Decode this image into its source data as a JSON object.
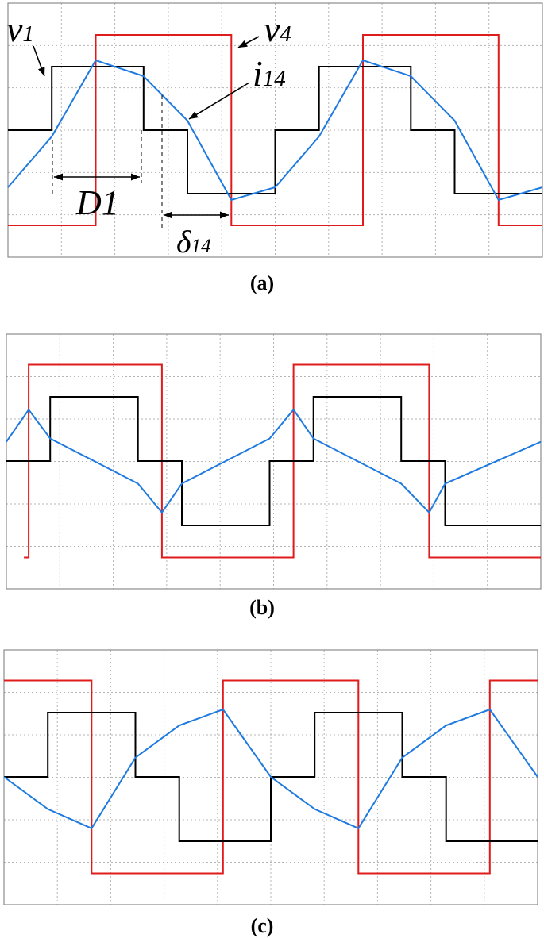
{
  "colors": {
    "v1": "#000000",
    "v4": "#e01b1b",
    "i14": "#1e7ae0"
  },
  "chart_data": [
    {
      "type": "line",
      "caption": "(a)",
      "grid": true,
      "annotations": {
        "v1": "v",
        "v1_sub": "1",
        "v4": "v",
        "v4_sub": "4",
        "i14": "i",
        "i14_sub": "14",
        "D1": "D1",
        "delta": "δ",
        "delta_sub": "14"
      },
      "series": [
        {
          "key": "v1",
          "color": "#000000",
          "x": [
            0,
            0.55,
            0.55,
            1.7,
            1.7,
            2.25,
            2.25,
            3.35,
            3.35,
            3.9,
            3.9,
            5.05,
            5.05,
            5.6,
            5.6,
            6.7
          ],
          "y": [
            0,
            0,
            1,
            1,
            0,
            0,
            -1,
            -1,
            0,
            0,
            1,
            1,
            0,
            0,
            -1,
            -1
          ]
        },
        {
          "key": "v4",
          "color": "#e01b1b",
          "x": [
            0,
            1.1,
            1.1,
            2.8,
            2.8,
            4.45,
            4.45,
            6.15,
            6.15,
            6.7
          ],
          "y": [
            -1.5,
            -1.5,
            1.5,
            1.5,
            -1.5,
            -1.5,
            1.5,
            1.5,
            -1.5,
            -1.5
          ]
        },
        {
          "key": "i14",
          "color": "#1e7ae0",
          "x": [
            0,
            0.55,
            1.1,
            1.7,
            2.25,
            2.8,
            3.35,
            3.9,
            4.45,
            5.05,
            5.6,
            6.15,
            6.7
          ],
          "y": [
            -0.9,
            -0.1,
            1.1,
            0.85,
            0.15,
            -1.1,
            -0.9,
            -0.1,
            1.1,
            0.85,
            0.15,
            -1.1,
            -0.9
          ]
        }
      ]
    },
    {
      "type": "line",
      "caption": "(b)",
      "grid": true,
      "series": [
        {
          "key": "v1",
          "color": "#000000",
          "x": [
            0,
            0.55,
            0.55,
            1.65,
            1.65,
            2.2,
            2.2,
            3.3,
            3.3,
            3.85,
            3.85,
            4.95,
            4.95,
            5.5,
            5.5,
            6.7
          ],
          "y": [
            0,
            0,
            1,
            1,
            0,
            0,
            -1,
            -1,
            0,
            0,
            1,
            1,
            0,
            0,
            -1,
            -1
          ]
        },
        {
          "key": "v4",
          "color": "#e01b1b",
          "x": [
            0.22,
            0.28,
            0.28,
            1.95,
            1.95,
            3.6,
            3.6,
            5.3,
            5.3,
            6.7
          ],
          "y": [
            -1.5,
            -1.5,
            1.5,
            1.5,
            -1.5,
            -1.5,
            1.5,
            1.5,
            -1.5,
            -1.5
          ]
        },
        {
          "key": "i14",
          "color": "#1e7ae0",
          "x": [
            0,
            0.28,
            0.55,
            1.65,
            1.95,
            2.2,
            3.3,
            3.6,
            3.85,
            4.95,
            5.3,
            5.5,
            6.7
          ],
          "y": [
            0.3,
            0.8,
            0.35,
            -0.35,
            -0.8,
            -0.35,
            0.35,
            0.8,
            0.35,
            -0.35,
            -0.8,
            -0.35,
            0.3
          ]
        }
      ]
    },
    {
      "type": "line",
      "caption": "(c)",
      "grid": true,
      "series": [
        {
          "key": "v1",
          "color": "#000000",
          "x": [
            0,
            0.55,
            0.55,
            1.65,
            1.65,
            2.2,
            2.2,
            3.35,
            3.35,
            3.9,
            3.9,
            5.0,
            5.0,
            5.55,
            5.55,
            6.7
          ],
          "y": [
            0,
            0,
            1,
            1,
            0,
            0,
            -1,
            -1,
            0,
            0,
            1,
            1,
            0,
            0,
            -1,
            -1
          ]
        },
        {
          "key": "v4",
          "color": "#e01b1b",
          "x": [
            0,
            1.1,
            1.1,
            2.75,
            2.75,
            4.45,
            4.45,
            6.1,
            6.1,
            6.7
          ],
          "y": [
            1.5,
            1.5,
            -1.5,
            -1.5,
            1.5,
            1.5,
            -1.5,
            -1.5,
            1.5,
            1.5
          ]
        },
        {
          "key": "i14",
          "color": "#1e7ae0",
          "x": [
            0,
            0.55,
            1.1,
            1.65,
            2.2,
            2.75,
            3.35,
            3.9,
            4.45,
            5.0,
            5.55,
            6.1,
            6.7
          ],
          "y": [
            0,
            -0.5,
            -0.8,
            0.3,
            0.8,
            1.05,
            0,
            -0.5,
            -0.8,
            0.3,
            0.8,
            1.05,
            0
          ]
        }
      ]
    }
  ]
}
